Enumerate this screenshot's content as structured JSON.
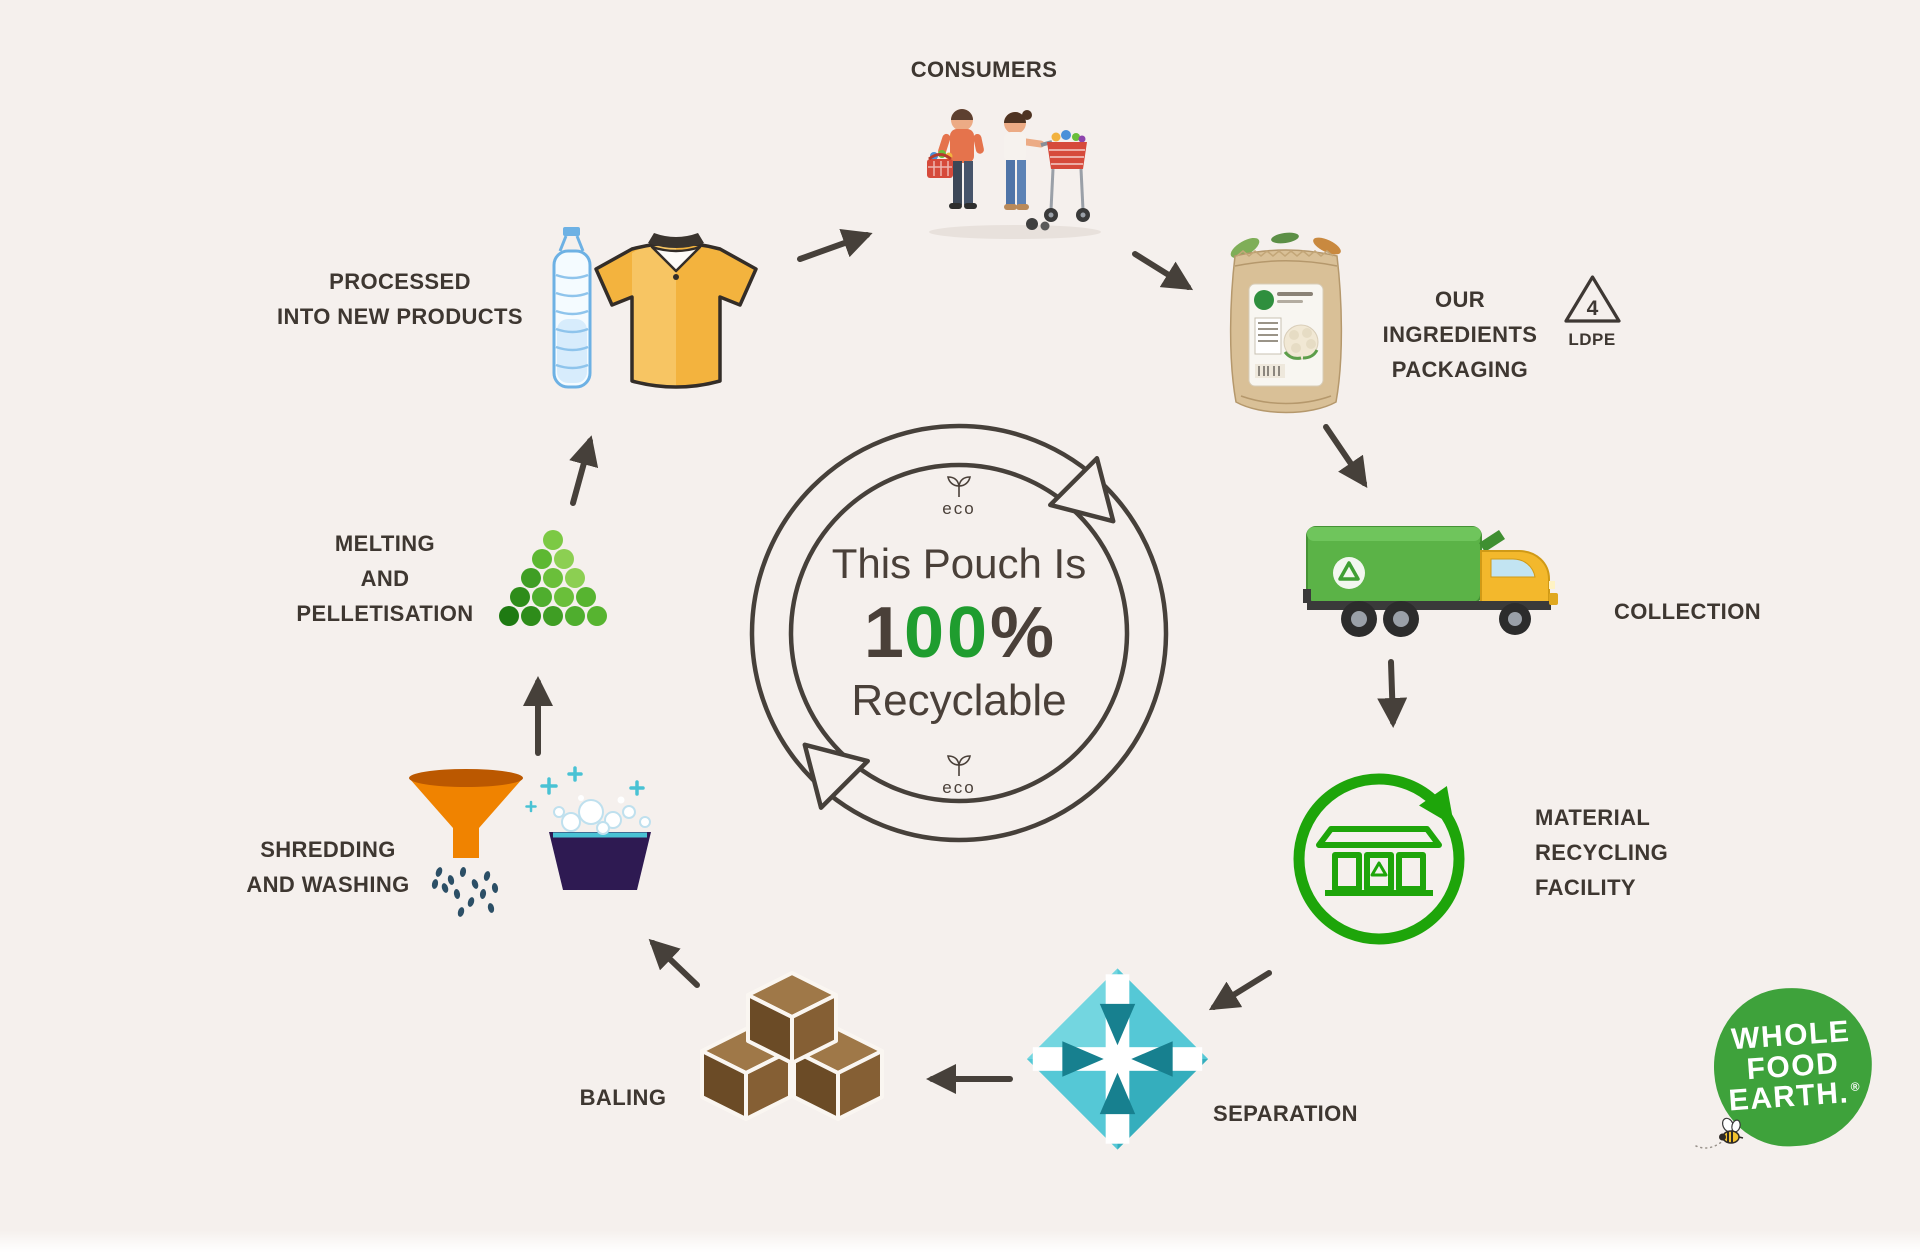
{
  "colors": {
    "background": "#f5f0ed",
    "text_dark": "#3e3731",
    "arrow": "#46403a",
    "green": "#1f9d2f",
    "mrf_green": "#1ea50a",
    "teal": "#35aebd",
    "brown": "#6b4b26",
    "orange": "#f08300",
    "truck_green": "#5bb347",
    "cab_yellow": "#f3b82c",
    "pouch_kraft": "#d9c097",
    "shirt_yellow": "#f3b33e",
    "bottle_blue": "#6db1e4",
    "logo_green": "#3ea23b"
  },
  "center": {
    "line1": "This Pouch Is",
    "pct": {
      "prefix": "1",
      "zeros": "00",
      "suffix": "%"
    },
    "line3": "Recyclable",
    "eco": "eco"
  },
  "stages": {
    "consumers": {
      "label": "CONSUMERS"
    },
    "packaging": {
      "lines": [
        "OUR INGREDIENTS",
        "PACKAGING"
      ]
    },
    "ldpe": {
      "number": "4",
      "label": "LDPE"
    },
    "collection": {
      "label": "COLLECTION"
    },
    "mrf": {
      "lines": [
        "MATERIAL",
        "RECYCLING",
        "FACILITY"
      ]
    },
    "separation": {
      "label": "SEPARATION"
    },
    "baling": {
      "label": "BALING"
    },
    "shredding": {
      "lines": [
        "SHREDDING",
        "AND WASHING"
      ]
    },
    "melting": {
      "lines": [
        "MELTING",
        "AND",
        "PELLETISATION"
      ]
    },
    "processed": {
      "lines": [
        "PROCESSED",
        "INTO NEW PRODUCTS"
      ]
    }
  },
  "logo": {
    "lines": [
      "WHOLE",
      "FOOD",
      "EARTH."
    ],
    "registered": "®"
  }
}
